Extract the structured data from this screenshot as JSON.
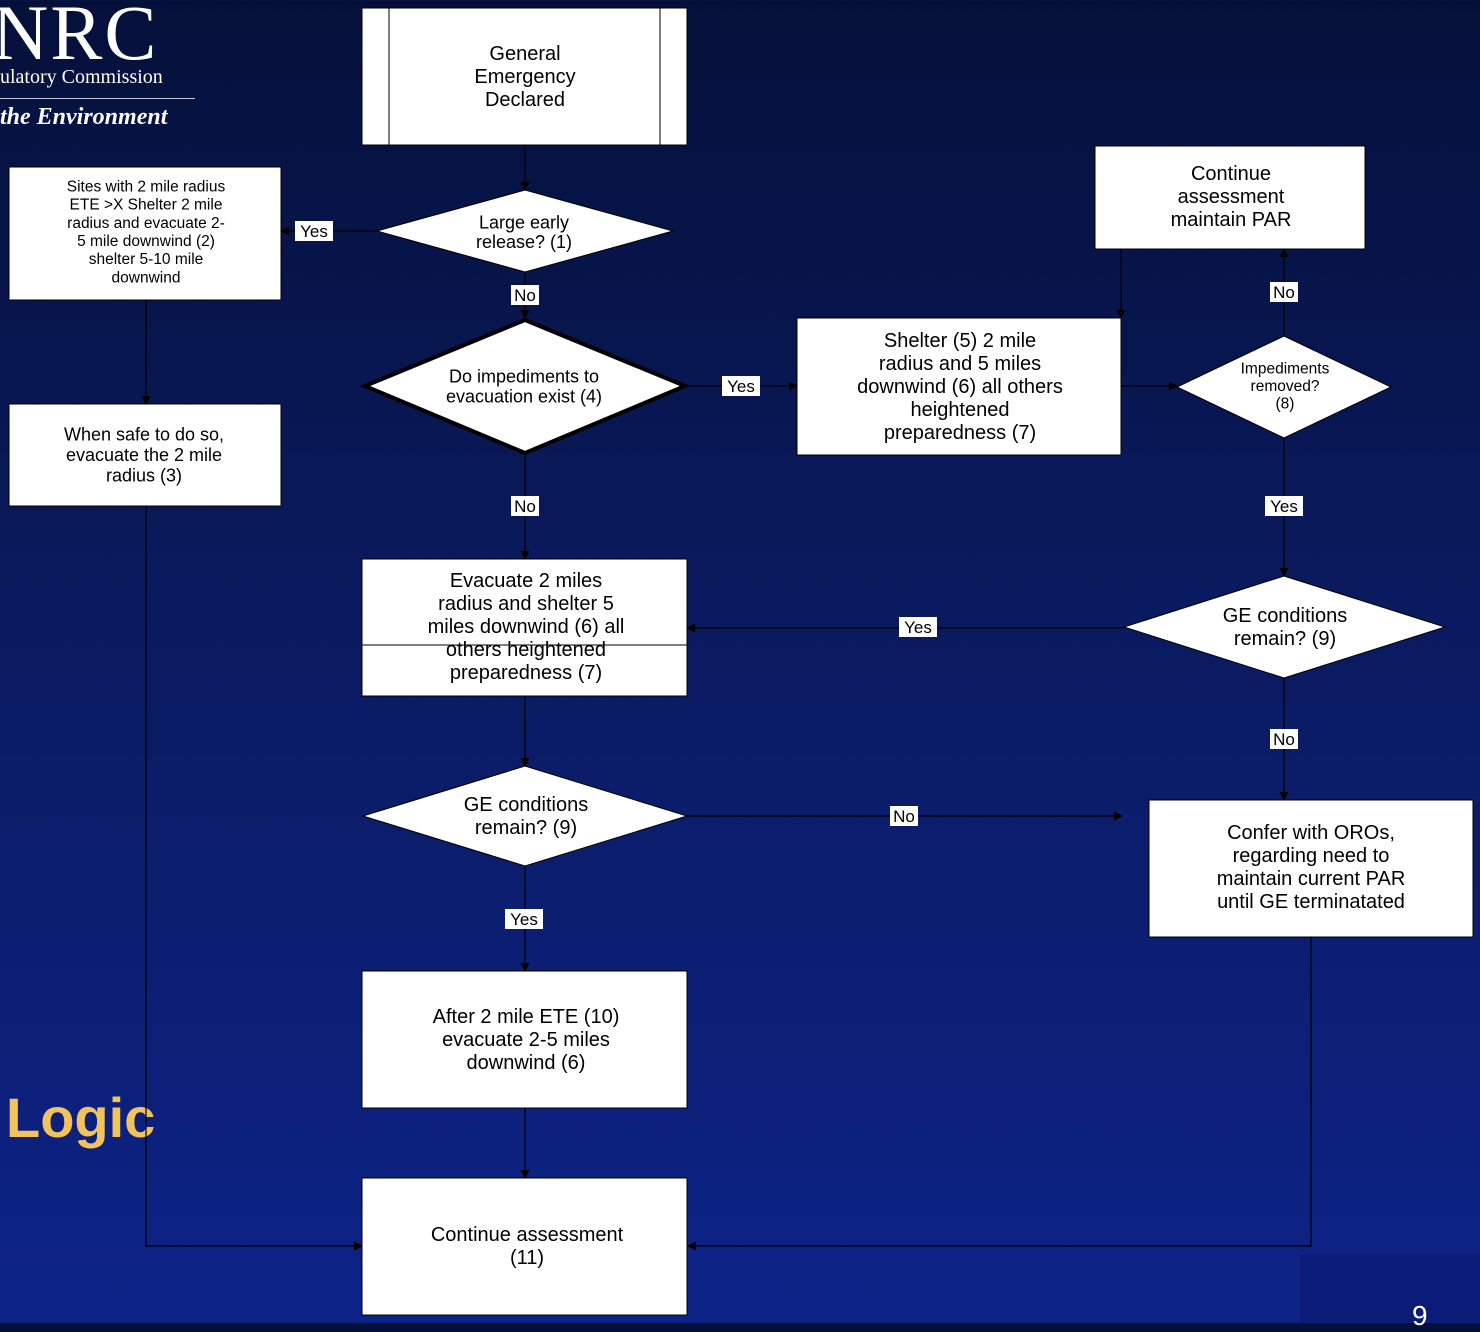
{
  "logo": {
    "mark": "NRC",
    "line1": "ulatory Commission",
    "line2": "the Environment"
  },
  "side_title": "Logic",
  "page_number": "9",
  "nodes": {
    "general_emergency": [
      "General",
      "Emergency",
      "Declared"
    ],
    "large_release": [
      "Large early",
      "release? (1)"
    ],
    "sites_2mile": [
      "Sites with 2 mile radius",
      "ETE >X Shelter 2 mile",
      "radius and evacuate 2-",
      "5 mile downwind (2)",
      "shelter 5-10 mile",
      "downwind"
    ],
    "when_safe": [
      "When safe to do so,",
      "evacuate the 2 mile",
      "radius (3)"
    ],
    "impediments_exist": [
      "Do impediments to",
      "evacuation exist (4)"
    ],
    "shelter_2mile": [
      "Shelter (5) 2 mile",
      "radius  and 5 miles",
      "downwind (6) all others",
      "heightened",
      "preparedness (7)"
    ],
    "continue_maintain": [
      "Continue",
      "assessment",
      "maintain PAR"
    ],
    "impediments_removed": [
      "Impediments",
      "removed?",
      "(8)"
    ],
    "evacuate_2mile": [
      "Evacuate 2 miles",
      "radius and shelter 5",
      "miles downwind (6) all",
      "others heightened",
      "preparedness (7)"
    ],
    "ge_conditions_right": [
      "GE conditions",
      "remain? (9)"
    ],
    "ge_conditions_center": [
      "GE conditions",
      "remain? (9)"
    ],
    "confer_oros": [
      "Confer with OROs,",
      "regarding need to",
      "maintain current PAR",
      "until GE terminatated"
    ],
    "after_ete": [
      "After 2 mile ETE (10)",
      "evacuate 2-5 miles",
      "downwind (6)"
    ],
    "continue_assessment": [
      "Continue assessment",
      "(11)"
    ]
  },
  "edge_labels": {
    "release_yes": "Yes",
    "release_no": "No",
    "impediments_yes": "Yes",
    "impediments_no": "No",
    "removed_no": "No",
    "removed_yes": "Yes",
    "ge_right_yes": "Yes",
    "ge_right_no": "No",
    "ge_center_no": "No",
    "ge_center_yes": "Yes"
  }
}
